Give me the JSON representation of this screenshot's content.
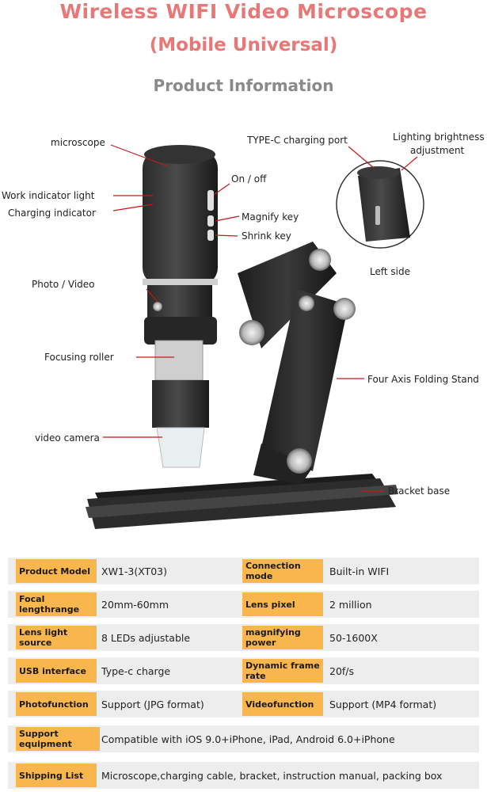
{
  "header": {
    "title": "Wireless WIFI Video Microscope",
    "subtitle": "(Mobile Universal)",
    "section": "Product Information"
  },
  "diagram_labels": {
    "microscope": "microscope",
    "type_c_port": "TYPE-C charging port",
    "lighting_line1": "Lighting brightness",
    "lighting_line2": "adjustment",
    "work_indicator": "Work indicator light",
    "charging_indicator": "Charging indicator",
    "on_off": "On / off",
    "magnify": "Magnify key",
    "shrink": "Shrink key",
    "left_side": "Left side",
    "photo_video": "Photo / Video",
    "focusing_roller": "Focusing roller",
    "stand": "Four Axis Folding Stand",
    "video_camera": "video camera",
    "bracket_base": "Bracket base"
  },
  "specs": [
    {
      "label1": "Product Model",
      "value1": "XW1-3(XT03)",
      "label2": "Connection mode",
      "value2": "Built-in WIFI"
    },
    {
      "label1": "Focal lengthrange",
      "value1": "20mm-60mm",
      "label2": "Lens pixel",
      "value2": "2 million"
    },
    {
      "label1": "Lens light source",
      "value1": "8 LEDs adjustable",
      "label2": "magnifying power",
      "value2": "50-1600X"
    },
    {
      "label1": "USB interface",
      "value1": "Type-c charge",
      "label2": "Dynamic frame rate",
      "value2": "20f/s"
    },
    {
      "label1": "Photofunction",
      "value1": "Support (JPG format)",
      "label2": "Videofunction",
      "value2": "Support (MP4 format)"
    },
    {
      "label1": "Support equipment",
      "value1": "Compatible with iOS 9.0+iPhone, iPad, Android 6.0+iPhone"
    },
    {
      "label1": "Shipping List",
      "value1": "Microscope,charging cable, bracket, instruction manual, packing box"
    }
  ],
  "colors": {
    "title": "#e87777",
    "label_bg": "#f8b64c",
    "row_bg": "#ededed"
  }
}
